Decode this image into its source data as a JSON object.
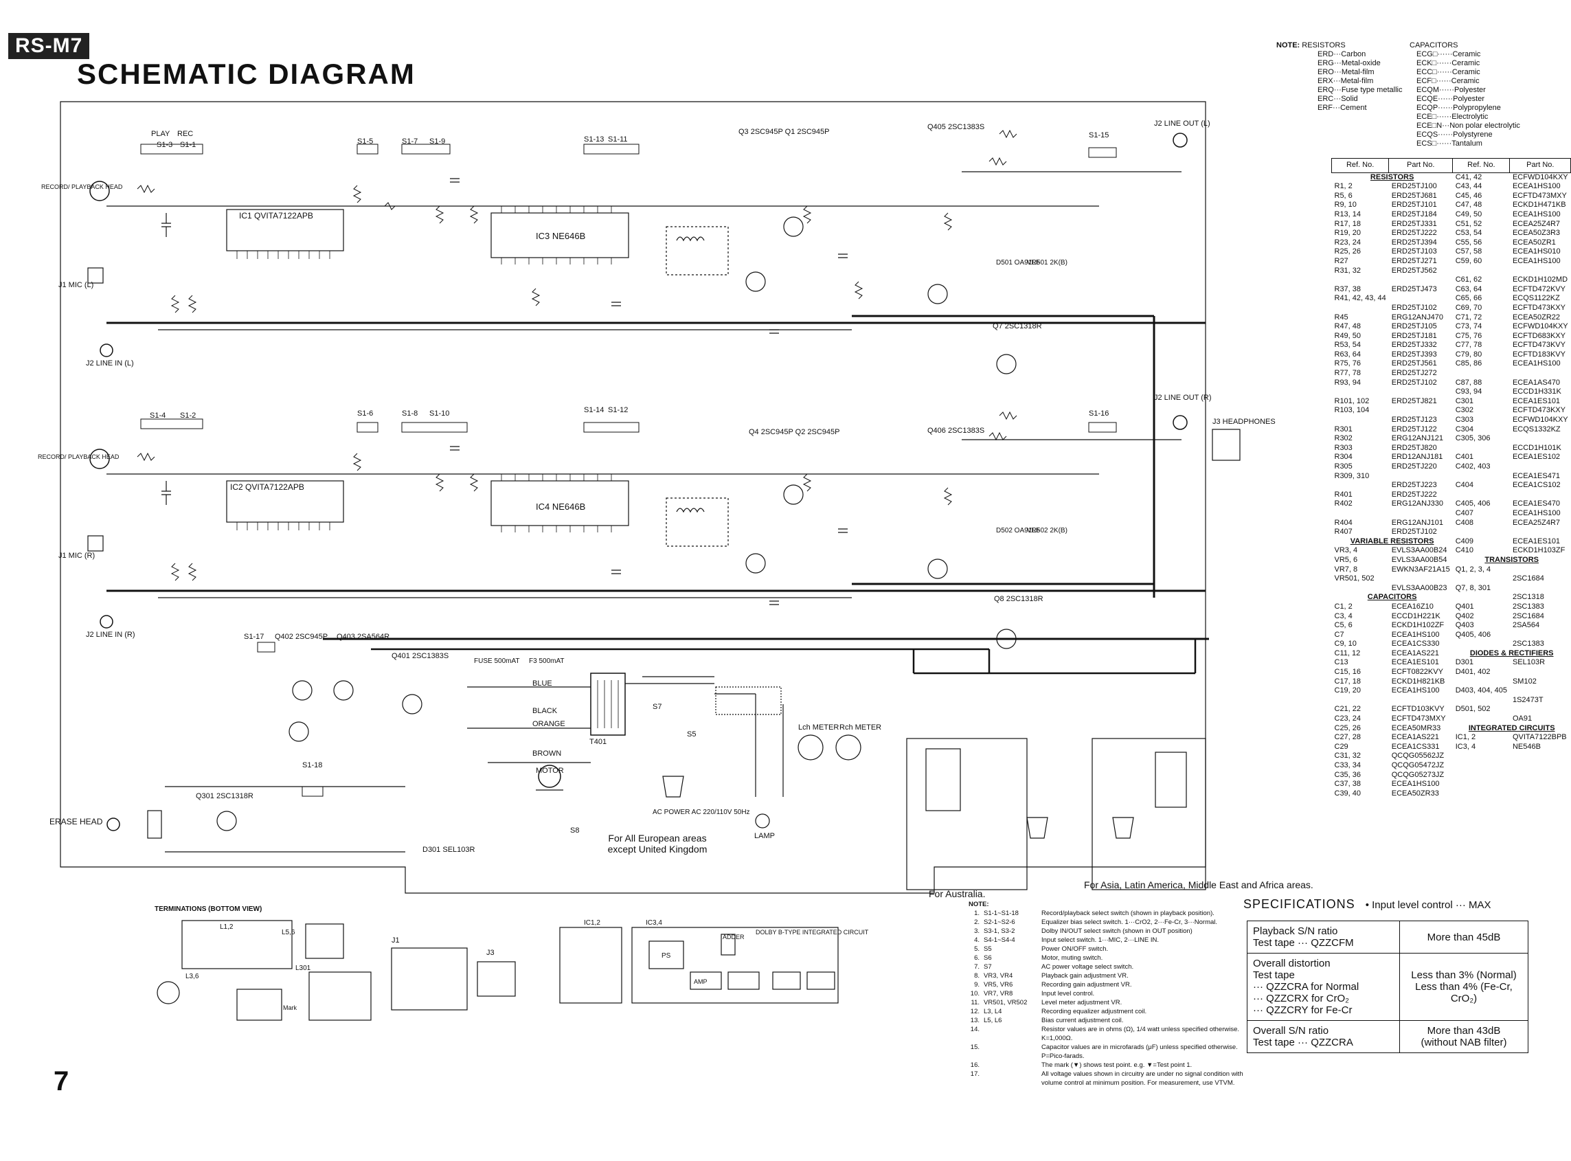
{
  "header": {
    "model": "RS-M7",
    "title": "SCHEMATIC DIAGRAM",
    "page_number": "7"
  },
  "legend": {
    "note_label": "NOTE:",
    "resistors_heading": "RESISTORS",
    "resistors": [
      "ERD···Carbon",
      "ERG···Metal-oxide",
      "ERO···Metal-film",
      "ERX···Metal-film",
      "ERQ···Fuse type metallic",
      "ERC···Solid",
      "ERF···Cement"
    ],
    "capacitors_heading": "CAPACITORS",
    "capacitors": [
      "ECG□······Ceramic",
      "ECK□······Ceramic",
      "ECC□······Ceramic",
      "ECF□······Ceramic",
      "ECQM······Polyester",
      "ECQE······Polyester",
      "ECQP······Polypropylene",
      "ECE□······Electrolytic",
      "ECE□N···Non polar electrolytic",
      "ECQS······Polystyrene",
      "ECS□······Tantalum"
    ]
  },
  "parts_table": {
    "headers": [
      "Ref. No.",
      "Part No.",
      "Ref. No.",
      "Part No."
    ],
    "sections_left": [
      {
        "title": "RESISTORS",
        "rows": [
          [
            "R1, 2",
            "ERD25TJ100"
          ],
          [
            "R5, 6",
            "ERD25TJ681"
          ],
          [
            "R9, 10",
            "ERD25TJ101"
          ],
          [
            "R13, 14",
            "ERD25TJ184"
          ],
          [
            "R17, 18",
            "ERD25TJ331"
          ],
          [
            "R19, 20",
            "ERD25TJ222"
          ],
          [
            "R23, 24",
            "ERD25TJ394"
          ],
          [
            "R25, 26",
            "ERD25TJ103"
          ],
          [
            "R27",
            "ERD25TJ271"
          ],
          [
            "R31, 32",
            "ERD25TJ562"
          ],
          [
            "",
            ""
          ],
          [
            "R37, 38",
            "ERD25TJ473"
          ],
          [
            "R41, 42, 43, 44",
            ""
          ],
          [
            "",
            "ERD25TJ102"
          ],
          [
            "R45",
            "ERG12ANJ470"
          ],
          [
            "R47, 48",
            "ERD25TJ105"
          ],
          [
            "R49, 50",
            "ERD25TJ181"
          ],
          [
            "R53, 54",
            "ERD25TJ332"
          ],
          [
            "R63, 64",
            "ERD25TJ393"
          ],
          [
            "R75, 76",
            "ERD25TJ561"
          ],
          [
            "R77, 78",
            "ERD25TJ272"
          ],
          [
            "R93, 94",
            "ERD25TJ102"
          ],
          [
            "",
            ""
          ],
          [
            "R101, 102",
            "ERD25TJ821"
          ],
          [
            "R103, 104",
            ""
          ],
          [
            "",
            "ERD25TJ123"
          ],
          [
            "R301",
            "ERD25TJ122"
          ],
          [
            "R302",
            "ERG12ANJ121"
          ],
          [
            "R303",
            "ERD25TJ820"
          ],
          [
            "R304",
            "ERD12ANJ181"
          ],
          [
            "R305",
            "ERD25TJ220"
          ],
          [
            "R309, 310",
            ""
          ],
          [
            "",
            "ERD25TJ223"
          ],
          [
            "R401",
            "ERD25TJ222"
          ],
          [
            "R402",
            "ERG12ANJ330"
          ],
          [
            "",
            ""
          ],
          [
            "R404",
            "ERG12ANJ101"
          ],
          [
            "R407",
            "ERD25TJ102"
          ]
        ]
      },
      {
        "title": "VARIABLE RESISTORS",
        "rows": [
          [
            "VR3, 4",
            "EVLS3AA00B24"
          ],
          [
            "VR5, 6",
            "EVLS3AA00B54"
          ],
          [
            "VR7, 8",
            "EWKN3AF21A15"
          ],
          [
            "VR501, 502",
            ""
          ],
          [
            "",
            "EVLS3AA00B23"
          ]
        ]
      },
      {
        "title": "CAPACITORS",
        "rows": [
          [
            "C1, 2",
            "ECEA16Z10"
          ],
          [
            "C3, 4",
            "ECCD1H221K"
          ],
          [
            "C5, 6",
            "ECKD1H102ZF"
          ],
          [
            "C7",
            "ECEA1HS100"
          ],
          [
            "C9, 10",
            "ECEA1CS330"
          ],
          [
            "C11, 12",
            "ECEA1AS221"
          ],
          [
            "C13",
            "ECEA1ES101"
          ],
          [
            "C15, 16",
            "ECFT0822KVY"
          ],
          [
            "C17, 18",
            "ECKD1H821KB"
          ],
          [
            "C19, 20",
            "ECEA1HS100"
          ],
          [
            "",
            ""
          ],
          [
            "C21, 22",
            "ECFTD103KVY"
          ],
          [
            "C23, 24",
            "ECFTD473MXY"
          ],
          [
            "C25, 26",
            "ECEA50MR33"
          ],
          [
            "C27, 28",
            "ECEA1AS221"
          ],
          [
            "C29",
            "ECEA1CS331"
          ],
          [
            "C31, 32",
            "QCQG05562JZ"
          ],
          [
            "C33, 34",
            "QCQG05472JZ"
          ],
          [
            "C35, 36",
            "QCQG05273JZ"
          ],
          [
            "C37, 38",
            "ECEA1HS100"
          ],
          [
            "C39, 40",
            "ECEA50ZR33"
          ]
        ]
      }
    ],
    "sections_right": [
      {
        "title": "",
        "rows": [
          [
            "C41, 42",
            "ECFWD104KXY"
          ],
          [
            "C43, 44",
            "ECEA1HS100"
          ],
          [
            "C45, 46",
            "ECFTD473MXY"
          ],
          [
            "C47, 48",
            "ECKD1H471KB"
          ],
          [
            "C49, 50",
            "ECEA1HS100"
          ],
          [
            "C51, 52",
            "ECEA25Z4R7"
          ],
          [
            "C53, 54",
            "ECEA50Z3R3"
          ],
          [
            "C55, 56",
            "ECEA50ZR1"
          ],
          [
            "C57, 58",
            "ECEA1HS010"
          ],
          [
            "C59, 60",
            "ECEA1HS100"
          ],
          [
            "",
            ""
          ],
          [
            "C61, 62",
            "ECKD1H102MD"
          ],
          [
            "C63, 64",
            "ECFTD472KVY"
          ],
          [
            "C65, 66",
            "ECQS1122KZ"
          ],
          [
            "C69, 70",
            "ECFTD473KXY"
          ],
          [
            "C71, 72",
            "ECEA50ZR22"
          ],
          [
            "C73, 74",
            "ECFWD104KXY"
          ],
          [
            "C75, 76",
            "ECFTD683KXY"
          ],
          [
            "C77, 78",
            "ECFTD473KVY"
          ],
          [
            "C79, 80",
            "ECFTD183KVY"
          ],
          [
            "C85, 86",
            "ECEA1HS100"
          ],
          [
            "",
            ""
          ],
          [
            "C87, 88",
            "ECEA1AS470"
          ],
          [
            "C93, 94",
            "ECCD1H331K"
          ],
          [
            "C301",
            "ECEA1ES101"
          ],
          [
            "C302",
            "ECFTD473KXY"
          ],
          [
            "C303",
            "ECFWD104KXY"
          ],
          [
            "C304",
            "ECQS1332KZ"
          ],
          [
            "C305, 306",
            ""
          ],
          [
            "",
            "ECCD1H101K"
          ],
          [
            "C401",
            "ECEA1ES102"
          ],
          [
            "C402, 403",
            ""
          ],
          [
            "",
            "ECEA1ES471"
          ],
          [
            "C404",
            "ECEA1CS102"
          ],
          [
            "",
            ""
          ],
          [
            "C405, 406",
            "ECEA1ES470"
          ],
          [
            "C407",
            "ECEA1HS100"
          ],
          [
            "C408",
            "ECEA25Z4R7"
          ],
          [
            "",
            ""
          ],
          [
            "C409",
            "ECEA1ES101"
          ],
          [
            "C410",
            "ECKD1H103ZF"
          ]
        ]
      },
      {
        "title": "TRANSISTORS",
        "rows": [
          [
            "Q1, 2, 3, 4",
            ""
          ],
          [
            "",
            "2SC1684"
          ],
          [
            "Q7, 8, 301",
            ""
          ],
          [
            "",
            "2SC1318"
          ],
          [
            "Q401",
            "2SC1383"
          ],
          [
            "Q402",
            "2SC1684"
          ],
          [
            "Q403",
            "2SA564"
          ],
          [
            "Q405, 406",
            ""
          ],
          [
            "",
            "2SC1383"
          ]
        ]
      },
      {
        "title": "DIODES & RECTIFIERS",
        "rows": [
          [
            "D301",
            "SEL103R"
          ],
          [
            "D401, 402",
            ""
          ],
          [
            "",
            "SM102"
          ],
          [
            "D403, 404, 405",
            ""
          ],
          [
            "",
            "1S2473T"
          ],
          [
            "D501, 502",
            ""
          ],
          [
            "",
            "OA91"
          ]
        ]
      },
      {
        "title": "INTEGRATED CIRCUITS",
        "rows": [
          [
            "IC1, 2",
            "QVITA7122BPB"
          ],
          [
            "IC3, 4",
            "NE546B"
          ]
        ]
      }
    ]
  },
  "schematic_labels": {
    "ic1": "IC1 QVITA7122APB",
    "ic2": "IC2 QVITA7122APB",
    "ic3": "IC3 NE646B",
    "ic4": "IC4 NE646B",
    "q3q1": "Q3 2SC945P   Q1 2SC945P",
    "q4q2": "Q4 2SC945P   Q2 2SC945P",
    "q405": "Q405 2SC1383S",
    "q406": "Q406 2SC1383S",
    "q7": "Q7 2SC1318R",
    "q8": "Q8 2SC1318R",
    "q401": "Q401 2SC1383S",
    "q402": "Q402 2SC945P",
    "q403": "Q403 2SA564R",
    "q301": "Q301 2SC1318R",
    "rec_head_l": "RECORD/ PLAYBACK HEAD",
    "rec_head_r": "RECORD/ PLAYBACK HEAD",
    "mic_l": "J1 MIC (L)",
    "mic_r": "J1 MIC (R)",
    "line_in_l": "J2 LINE IN (L)",
    "line_in_r": "J2 LINE IN (R)",
    "line_out_l": "J2 LINE OUT (L)",
    "line_out_r": "J2 LINE OUT (R)",
    "headphones": "J3 HEADPHONES",
    "erase_head": "ERASE HEAD",
    "motor": "MOTOR",
    "lamp": "LAMP",
    "meter_l": "Lch METER",
    "meter_r": "Rch METER",
    "ac_power": "AC POWER AC 220/110V 50Hz",
    "fuse": "FUSE 500mAT",
    "f3": "F3 500mAT",
    "blue": "BLUE",
    "black": "BLACK",
    "orange": "ORANGE",
    "brown": "BROWN",
    "t401": "T401",
    "s8": "S8",
    "s7": "S7",
    "s5": "S5",
    "d301": "D301 SEL103R",
    "play": "PLAY",
    "rec": "REC",
    "s1_3": "S1-3",
    "s1_1": "S1-1",
    "s1_5": "S1-5",
    "s1_7": "S1-7",
    "s1_9": "S1-9",
    "s1_13": "S1-13",
    "s1_11": "S1-11",
    "s1_15": "S1-15",
    "s1_4": "S1-4",
    "s1_2": "S1-2",
    "s1_6": "S1-6",
    "s1_8": "S1-8",
    "s1_10": "S1-10",
    "s1_14": "S1-14",
    "s1_12": "S1-12",
    "s1_16": "S1-16",
    "s1_17": "S1-17",
    "s1_18": "S1-18",
    "d501": "D501 OA91LF",
    "vr501": "VR501 2K(B)",
    "d502": "D502 OA91LF",
    "vr502": "VR502 2K(B)",
    "adder": "ADDER",
    "dolby": "DOLBY B-TYPE INTEGRATED CIRCUIT",
    "amp": "AMP",
    "ps": "PS",
    "ic12": "IC1,2",
    "ic34": "IC3,4",
    "j1": "J1",
    "j3": "J3",
    "l12": "L1,2",
    "l56": "L5,6",
    "l36": "L3,6",
    "l301": "L301",
    "mark": "Mark"
  },
  "terminations_title": "TERMINATIONS (BOTTOM VIEW)",
  "regional_captions": {
    "europe": "For All European areas except United Kingdom",
    "australia": "For Australia.",
    "asia": "For Asia, Latin America, Middle East and Africa areas."
  },
  "notes": {
    "title": "NOTE:",
    "items": [
      {
        "n": "1.",
        "k": "S1-1~S1-18",
        "v": "Record/playback select switch (shown in playback position)."
      },
      {
        "n": "2.",
        "k": "S2-1~S2-6",
        "v": "Equalizer bias select switch. 1···CrO2, 2···Fe-Cr, 3···Normal."
      },
      {
        "n": "3.",
        "k": "S3-1, S3-2",
        "v": "Dolby IN/OUT select switch (shown in OUT position)"
      },
      {
        "n": "4.",
        "k": "S4-1~S4-4",
        "v": "Input select switch. 1···MIC, 2···LINE IN."
      },
      {
        "n": "5.",
        "k": "S5",
        "v": "Power ON/OFF switch."
      },
      {
        "n": "6.",
        "k": "S6",
        "v": "Motor, muting switch."
      },
      {
        "n": "7.",
        "k": "S7",
        "v": "AC power voltage select switch."
      },
      {
        "n": "8.",
        "k": "VR3, VR4",
        "v": "Playback gain adjustment VR."
      },
      {
        "n": "9.",
        "k": "VR5, VR6",
        "v": "Recording gain adjustment VR."
      },
      {
        "n": "10.",
        "k": "VR7, VR8",
        "v": "Input level control."
      },
      {
        "n": "11.",
        "k": "VR501, VR502",
        "v": "Level meter adjustment VR."
      },
      {
        "n": "12.",
        "k": "L3, L4",
        "v": "Recording equalizer adjustment coil."
      },
      {
        "n": "13.",
        "k": "L5, L6",
        "v": "Bias current adjustment coil."
      },
      {
        "n": "14.",
        "k": "",
        "v": "Resistor values are in ohms (Ω), 1/4 watt unless specified otherwise. K=1,000Ω."
      },
      {
        "n": "15.",
        "k": "",
        "v": "Capacitor values are in microfarads (μF) unless specified otherwise. P=Pico-farads."
      },
      {
        "n": "16.",
        "k": "",
        "v": "The mark (▼) shows test point.  e.g. ▼=Test point 1."
      },
      {
        "n": "17.",
        "k": "",
        "v": "All voltage values shown in circuitry are under no signal condition with volume control at minimum position. For measurement, use VTVM."
      }
    ]
  },
  "specifications": {
    "title": "SPECIFICATIONS",
    "subtitle": "• Input level control ··· MAX",
    "rows": [
      {
        "label_lines": [
          "Playback S/N ratio",
          "Test tape ··· QZZCFM"
        ],
        "value_lines": [
          "More than 45dB"
        ]
      },
      {
        "label_lines": [
          "Overall distortion",
          "Test tape",
          "··· QZZCRA for Normal",
          "··· QZZCRX for CrO₂",
          "··· QZZCRY for Fe-Cr"
        ],
        "value_lines": [
          "Less than 3% (Normal)",
          "Less than 4% (Fe-Cr, CrO₂)"
        ]
      },
      {
        "label_lines": [
          "Overall S/N ratio",
          "Test tape ··· QZZCRA"
        ],
        "value_lines": [
          "More than 43dB",
          "(without NAB filter)"
        ]
      }
    ]
  }
}
